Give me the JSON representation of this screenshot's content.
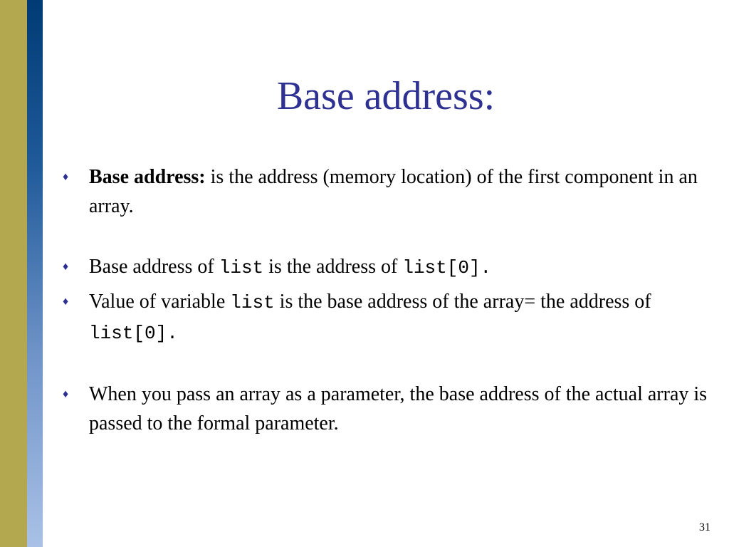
{
  "slide": {
    "title": "Base address:",
    "page_number": "31",
    "bullet_marker": "♦",
    "colors": {
      "title": "#2e3192",
      "stripe_olive": "#b3a74f",
      "stripe_blue": "#003b75"
    },
    "bullets": [
      {
        "bold_lead": "Base address:",
        "text": " is the address (memory location) of the first component in an array."
      },
      {
        "t1": "Base address of ",
        "c1": "list",
        "t2": " is the address of ",
        "c2": "list[0]."
      },
      {
        "t1": "Value of variable ",
        "c1": "list",
        "t2": " is the base address of the array= the address of ",
        "c2": "list[0]."
      },
      {
        "text": "When you pass an array as a parameter, the base address of the actual array is passed to the formal parameter."
      }
    ]
  }
}
